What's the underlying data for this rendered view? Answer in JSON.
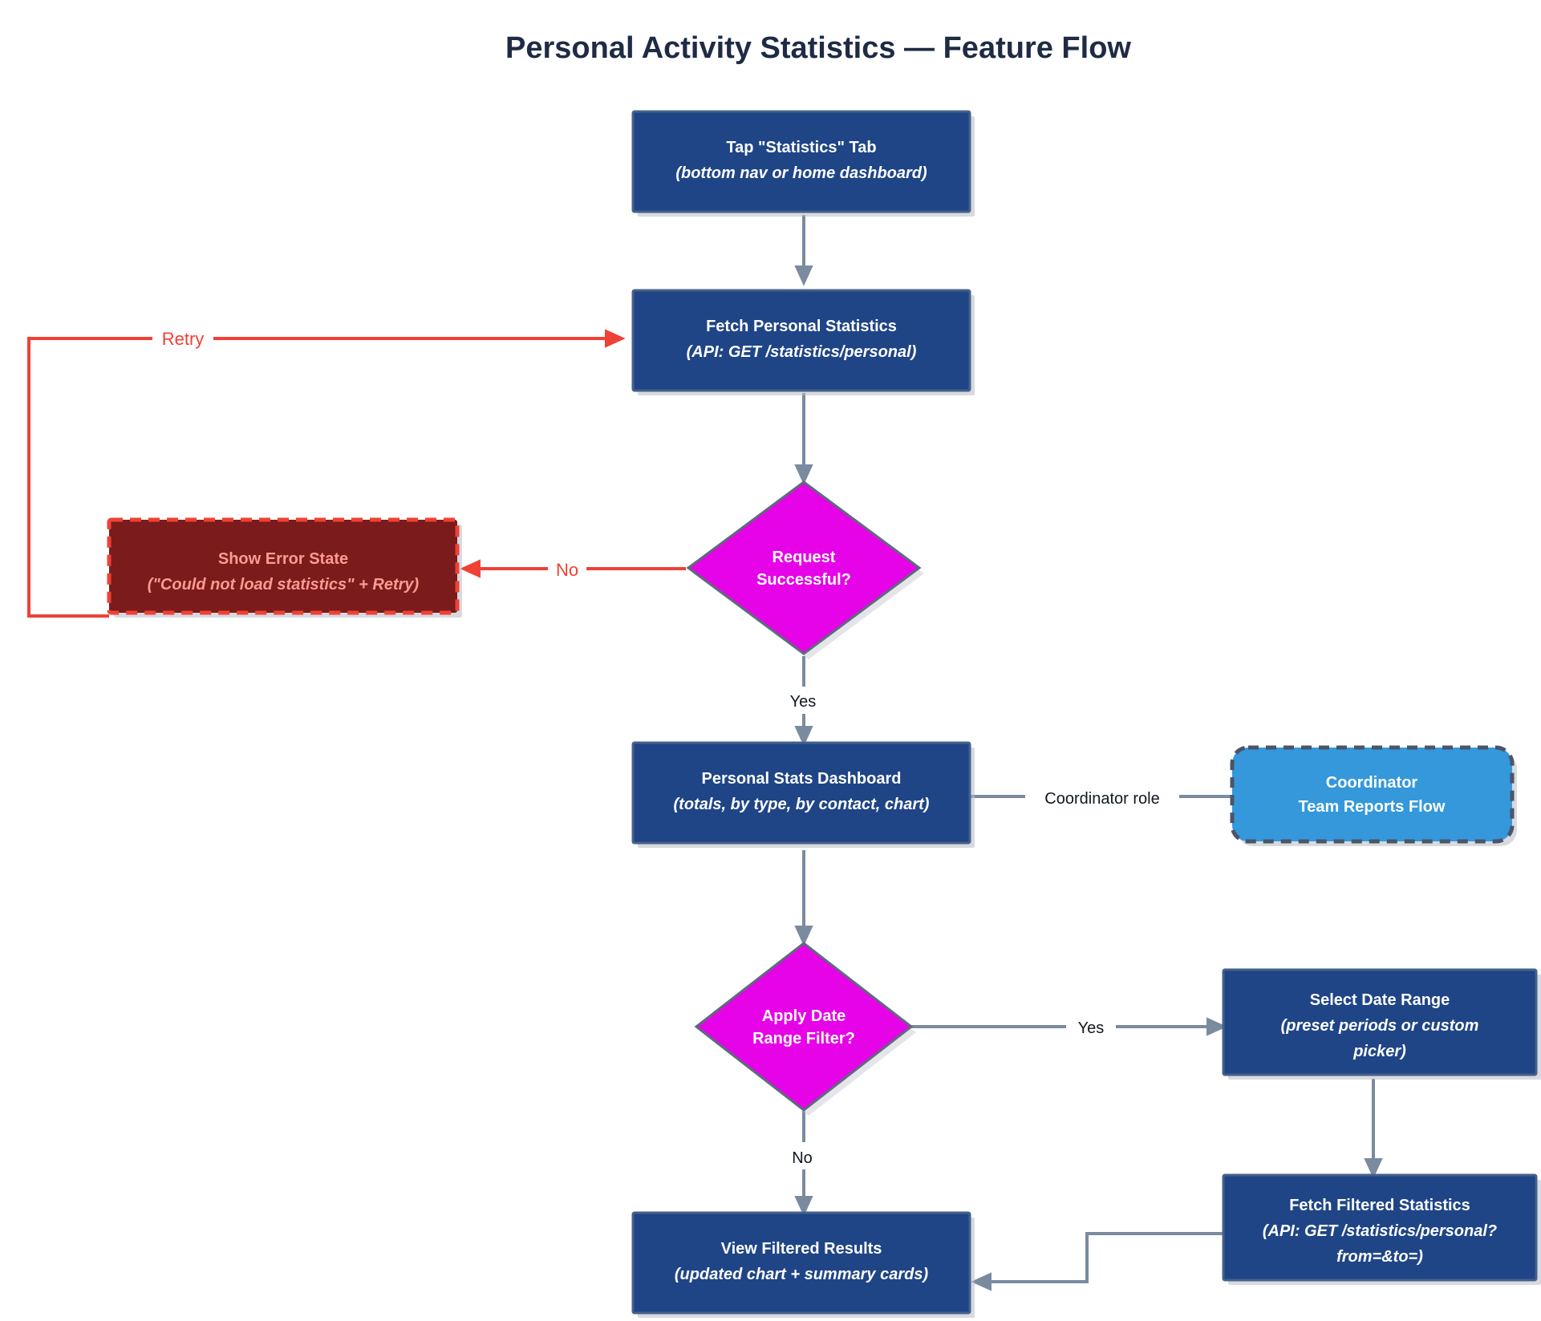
{
  "title": "Personal Activity Statistics — Feature Flow",
  "colors": {
    "process_fill": "#1F4587",
    "process_stroke": "#46618a",
    "decision_fill": "#E703E7",
    "decision_stroke": "#5c6b7c",
    "error_fill": "#7B1B1B",
    "error_stroke": "#ef4136",
    "error_text": "#ff9a93",
    "external_fill": "#3498DB",
    "external_stroke": "#4a5568",
    "edge": "#7a8ba0",
    "edge_error": "#ef4136",
    "title_text": "#1f2b45"
  },
  "nodes": {
    "tap_tab": {
      "line1": "Tap \"Statistics\" Tab",
      "line2": "(bottom nav or home dashboard)"
    },
    "fetch_personal": {
      "line1": "Fetch Personal Statistics",
      "line2": "(API: GET /statistics/personal)"
    },
    "request_successful": {
      "line1": "Request",
      "line2": "Successful?"
    },
    "show_error": {
      "line1": "Show Error State",
      "line2": "(\"Could not load statistics\" + Retry)"
    },
    "dashboard": {
      "line1": "Personal Stats Dashboard",
      "line2": "(totals, by type, by contact, chart)"
    },
    "coordinator": {
      "line1": "Coordinator",
      "line2": "Team Reports Flow"
    },
    "apply_filter": {
      "line1": "Apply Date",
      "line2": "Range Filter?"
    },
    "select_range": {
      "line1": "Select Date Range",
      "line2": "(preset periods or custom",
      "line3": "picker)"
    },
    "fetch_filtered": {
      "line1": "Fetch Filtered Statistics",
      "line2": "(API: GET /statistics/personal?",
      "line3": "from=&to=)"
    },
    "view_results": {
      "line1": "View Filtered Results",
      "line2": "(updated chart + summary cards)"
    }
  },
  "edge_labels": {
    "retry": "Retry",
    "no_error": "No",
    "yes_success": "Yes",
    "coordinator_role": "Coordinator role",
    "yes_filter": "Yes",
    "no_filter": "No"
  }
}
